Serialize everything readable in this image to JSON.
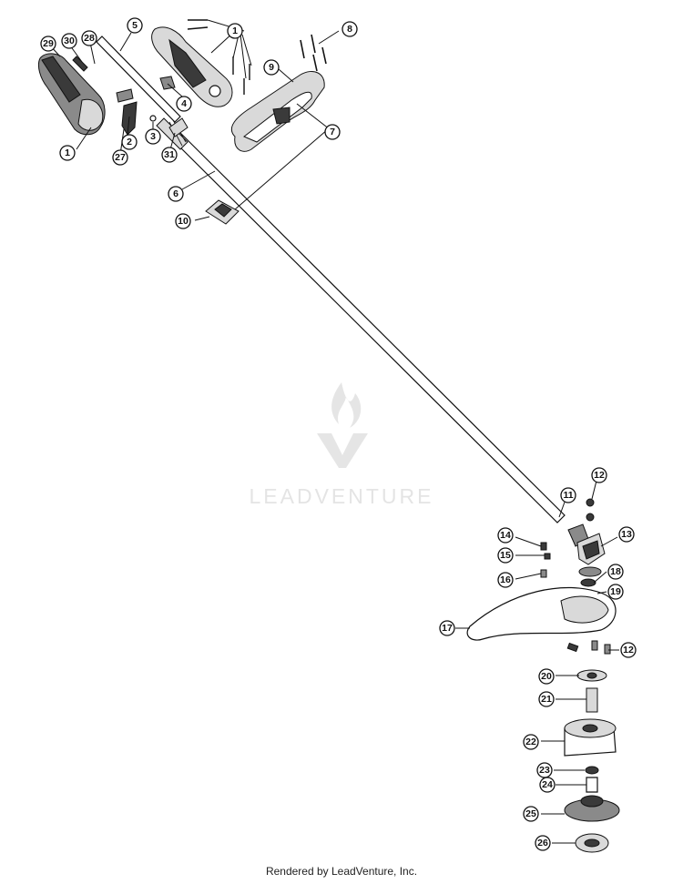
{
  "watermark": {
    "brand": "LEADVENTURE"
  },
  "footer": {
    "text": "Rendered by LeadVenture, Inc."
  },
  "callouts": [
    {
      "label": "1"
    },
    {
      "label": "1"
    },
    {
      "label": "2"
    },
    {
      "label": "3"
    },
    {
      "label": "4"
    },
    {
      "label": "5"
    },
    {
      "label": "6"
    },
    {
      "label": "7"
    },
    {
      "label": "8"
    },
    {
      "label": "9"
    },
    {
      "label": "10"
    },
    {
      "label": "11"
    },
    {
      "label": "12"
    },
    {
      "label": "12"
    },
    {
      "label": "13"
    },
    {
      "label": "14"
    },
    {
      "label": "15"
    },
    {
      "label": "16"
    },
    {
      "label": "17"
    },
    {
      "label": "18"
    },
    {
      "label": "19"
    },
    {
      "label": "20"
    },
    {
      "label": "21"
    },
    {
      "label": "22"
    },
    {
      "label": "23"
    },
    {
      "label": "24"
    },
    {
      "label": "25"
    },
    {
      "label": "26"
    },
    {
      "label": "27"
    },
    {
      "label": "28"
    },
    {
      "label": "29"
    },
    {
      "label": "30"
    },
    {
      "label": "31"
    }
  ]
}
